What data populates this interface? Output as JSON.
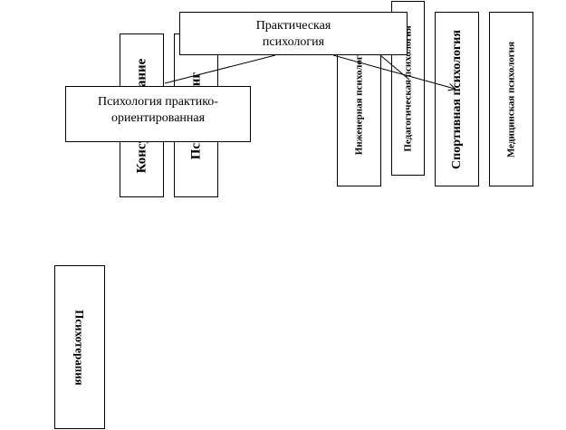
{
  "nodes": {
    "practical_psychology": {
      "line1": "Практическая",
      "line2": "психология"
    },
    "practice_oriented": {
      "line1": "Психология практико-",
      "line2": "ориентированная"
    },
    "counseling": "Консультирование",
    "training": "Психотренинг",
    "engineering": "Инженерная психология",
    "pedagogical": "Педагогическая психология",
    "sports": "Спортивная психология",
    "medical": "Медицинская психология",
    "psychotherapy": "Психотерапия"
  }
}
